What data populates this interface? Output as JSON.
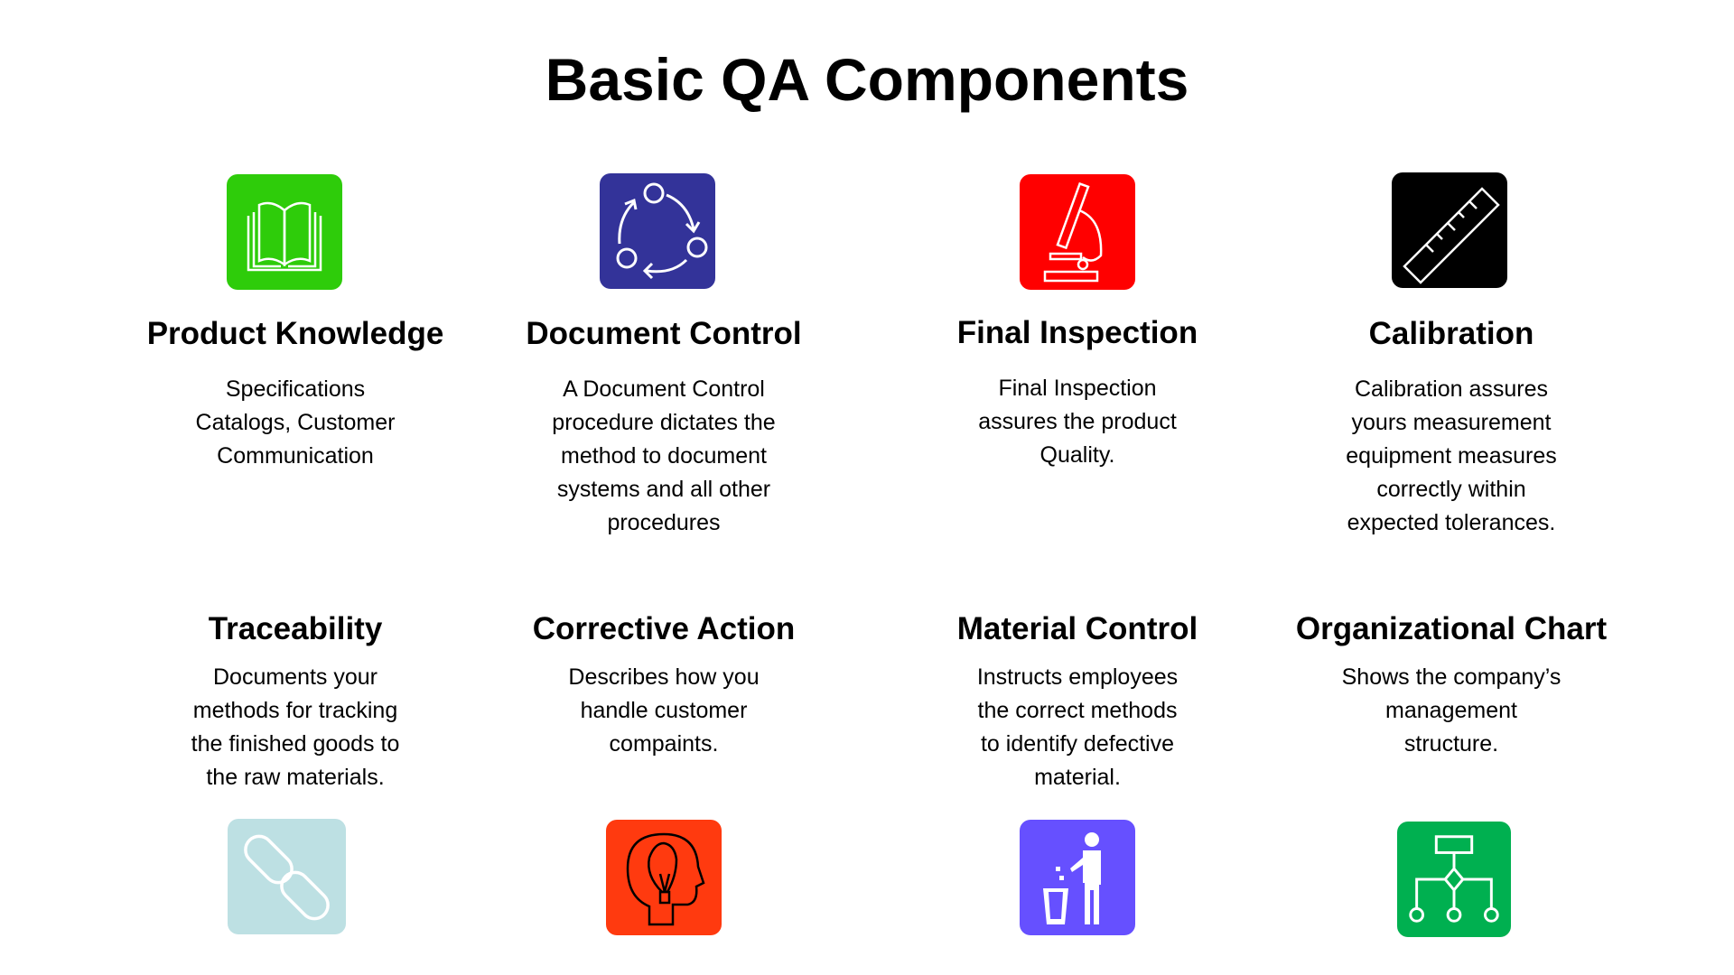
{
  "title": "Basic QA Components",
  "components": [
    {
      "heading": "Product Knowledge",
      "lines": [
        "Specifications",
        "Catalogs, Customer",
        "Communication"
      ],
      "icon": "book-icon",
      "color": "#2ecc0a"
    },
    {
      "heading": "Document Control",
      "lines": [
        "A Document Control",
        "procedure dictates the",
        "method to document",
        "systems and all other",
        "procedures"
      ],
      "icon": "cycle-icon",
      "color": "#333399"
    },
    {
      "heading": "Final Inspection",
      "lines": [
        "Final Inspection",
        "assures the product",
        "Quality."
      ],
      "icon": "microscope-icon",
      "color": "#ff0000"
    },
    {
      "heading": "Calibration",
      "lines": [
        "Calibration assures",
        "yours measurement",
        "equipment measures",
        "correctly within",
        "expected tolerances."
      ],
      "icon": "ruler-icon",
      "color": "#000000"
    },
    {
      "heading": "Traceability",
      "lines": [
        "Documents your",
        "methods for tracking",
        "the finished goods to",
        "the raw materials."
      ],
      "icon": "chain-link-icon",
      "color": "#bde0e3"
    },
    {
      "heading": "Corrective Action",
      "lines": [
        "Describes how you",
        "handle customer",
        "compaints."
      ],
      "icon": "head-lightbulb-icon",
      "color": "#ff3a0f"
    },
    {
      "heading": "Material Control",
      "lines": [
        "Instructs employees",
        "the correct methods",
        "to identify defective",
        "material."
      ],
      "icon": "trash-person-icon",
      "color": "#6650ff"
    },
    {
      "heading": "Organizational Chart",
      "lines": [
        "Shows the company’s",
        "management",
        "structure."
      ],
      "icon": "org-chart-icon",
      "color": "#00b050"
    }
  ]
}
